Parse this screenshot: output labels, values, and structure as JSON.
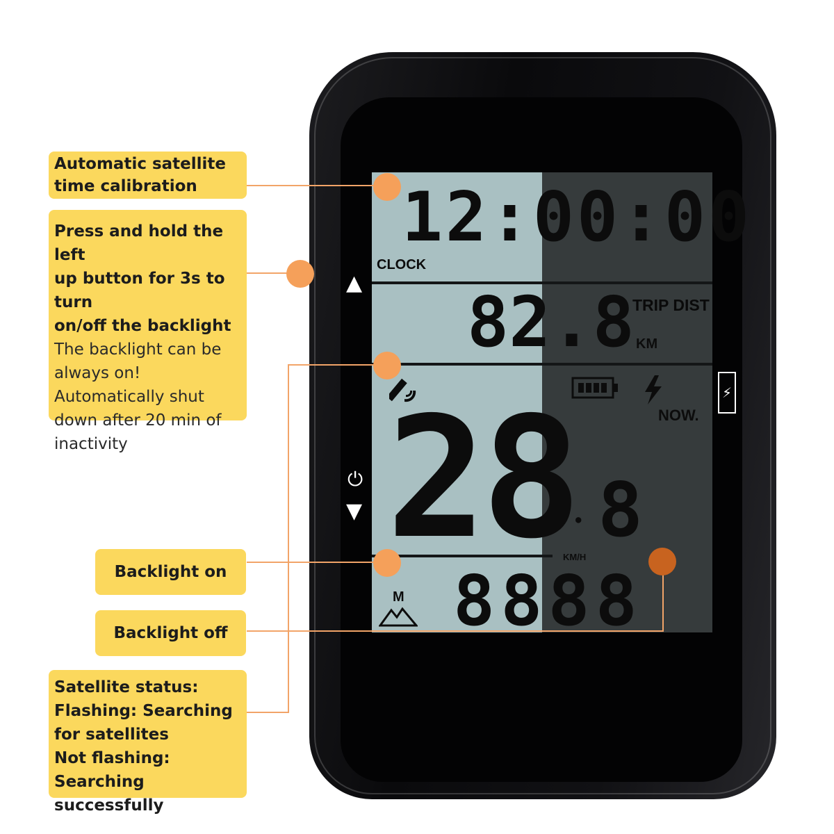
{
  "callouts": {
    "time_calibration": {
      "heading": "Automatic satellite time calibration"
    },
    "backlight": {
      "heading_lines": [
        "Press and hold the left",
        "up button for 3s to turn",
        "on/off the backlight"
      ],
      "detail_lines": [
        "The backlight can be",
        "always on!",
        "Automatically shut",
        "down after 20 min of",
        "inactivity"
      ]
    },
    "backlight_on": {
      "heading": "Backlight on"
    },
    "backlight_off": {
      "heading": "Backlight off"
    },
    "satellite_status": {
      "lines": [
        "Satellite status:",
        "Flashing: Searching",
        "for satellites",
        "Not flashing:",
        "Searching successfully"
      ]
    }
  },
  "display": {
    "clock": {
      "value": "12:00:00",
      "label": "CLOCK"
    },
    "trip": {
      "value": "82.8",
      "label": "TRIP DIST",
      "unit": "KM"
    },
    "speed": {
      "whole": "28",
      "decimal": "8",
      "unit": "KM/H",
      "mode": "NOW."
    },
    "altitude": {
      "value": "8888",
      "unit": "M"
    }
  },
  "icons": [
    "up-arrow-icon",
    "down-arrow-icon",
    "power-icon",
    "lightning-icon",
    "satellite-icon",
    "battery-icon",
    "mountain-icon"
  ],
  "colors": {
    "callout": "#fbd85d",
    "accent_dot": "#f5a05a",
    "lcd_lit": "#a9c0c2",
    "lcd_dark": "#363b3c"
  }
}
